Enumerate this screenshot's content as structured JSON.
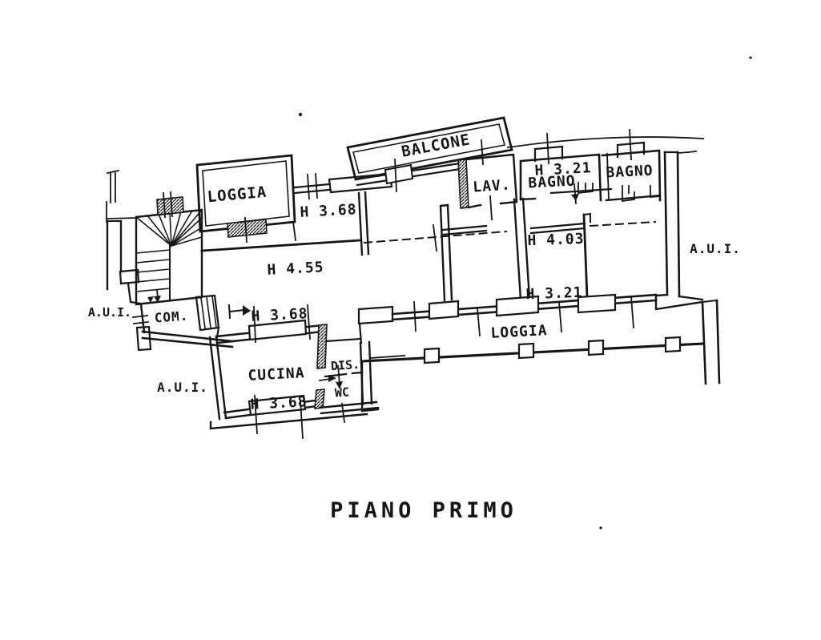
{
  "plan": {
    "title": "PIANO PRIMO",
    "rooms": {
      "balcone": "BALCONE",
      "loggia_top": "LOGGIA",
      "lav": "LAV.",
      "bagno_left": "BAGNO",
      "bagno_right": "BAGNO",
      "loggia_bottom": "LOGGIA",
      "cucina": "CUCINA",
      "dis": "DIS.",
      "wc": "WC",
      "com": "COM."
    },
    "heights": {
      "h368_upper": "H 3.68",
      "h455_main": "H 4.55",
      "h321_bagno": "H 3.21",
      "h403_room": "H 4.03",
      "h321_room": "H 3.21",
      "h368_hall": "H 3.68",
      "h368_cucina": "H 3.68"
    },
    "areas": {
      "left": "A.U.I.",
      "courtyard": "A.U.I.",
      "right": "A.U.I."
    },
    "colors": {
      "ink": "#161616",
      "paper": "#ffffff"
    }
  }
}
